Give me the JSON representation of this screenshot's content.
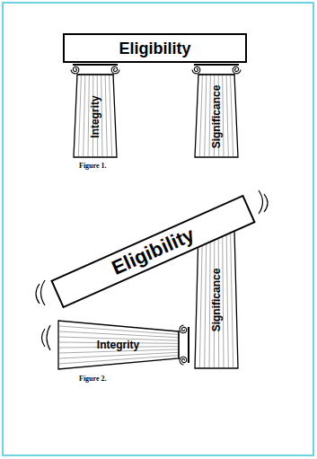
{
  "diagram": {
    "nodes": [
      {
        "text": [
          "Eligibility"
        ]
      },
      {
        "text": [
          "Integrity"
        ]
      },
      {
        "text": [
          "Significance"
        ]
      },
      {
        "text": [
          "Eligibility"
        ]
      },
      {
        "text": [
          "Significance"
        ]
      },
      {
        "text": [
          "Integrity"
        ]
      }
    ],
    "labels": [
      "Figure 1.",
      "Figure 2."
    ]
  }
}
